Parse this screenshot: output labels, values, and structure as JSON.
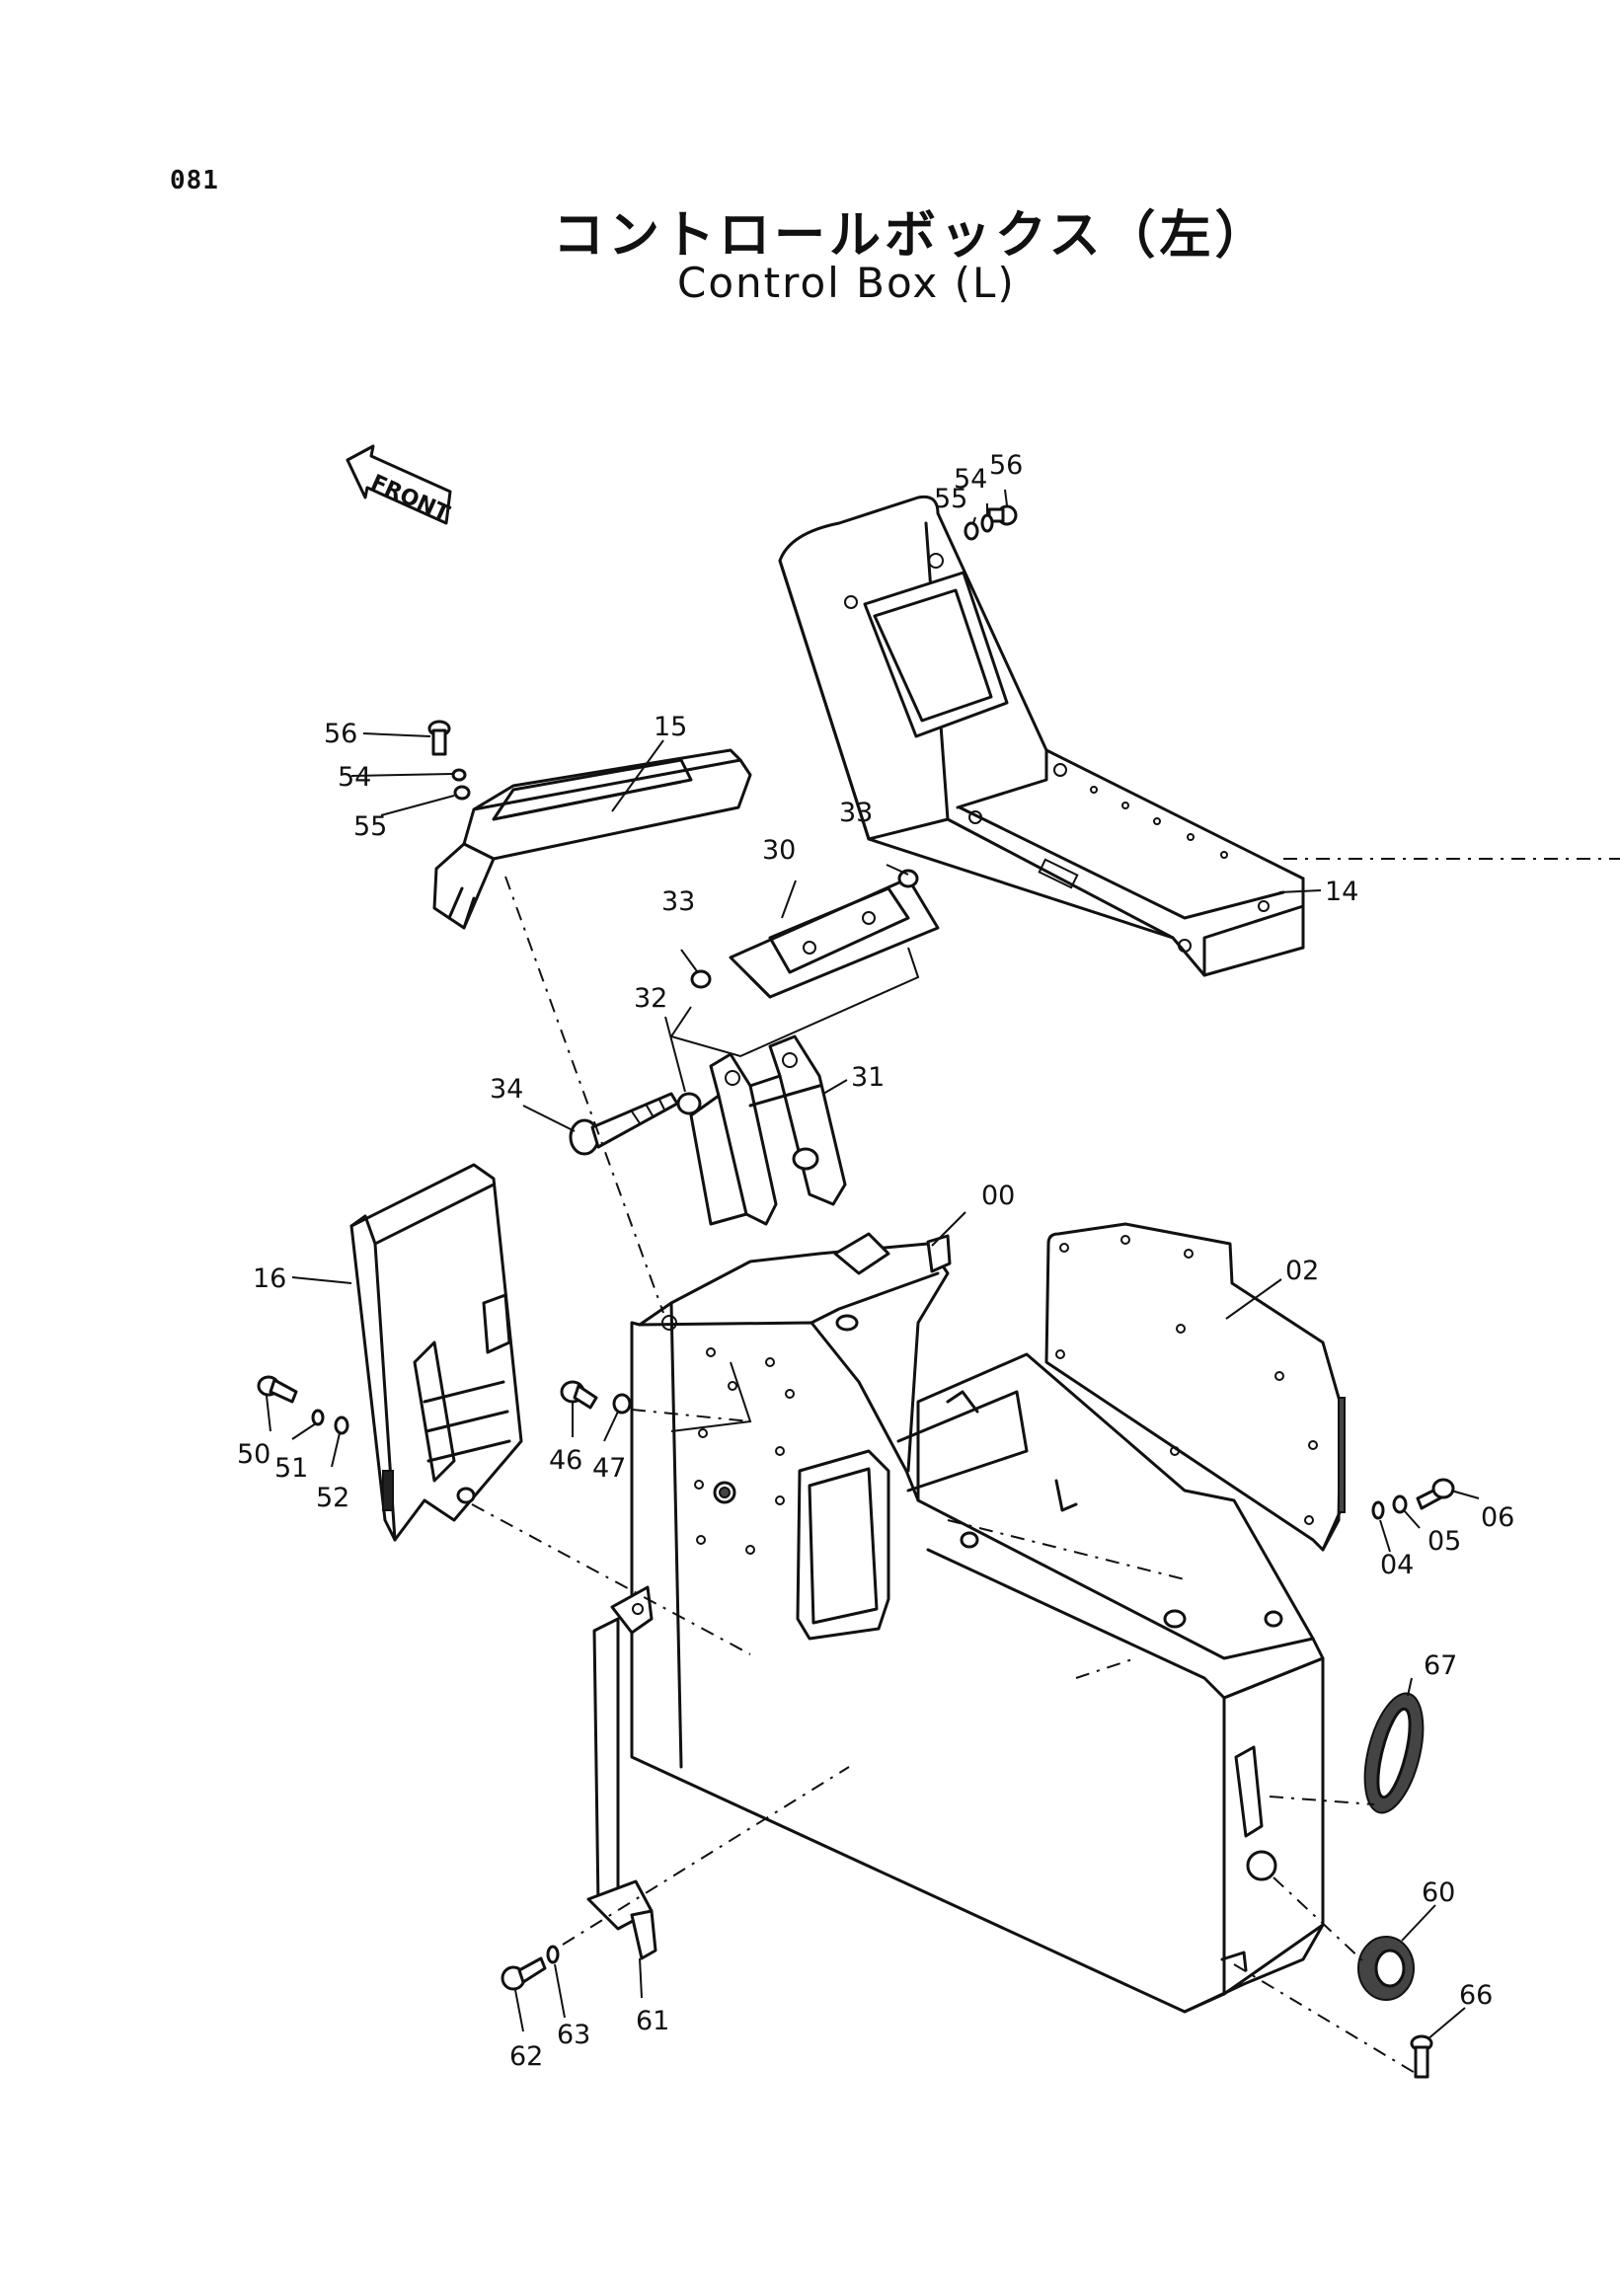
{
  "page_number": "081",
  "title_jp": "コントロールボックス（左）",
  "title_en": "Control Box (L)",
  "front_label": "FRONT",
  "callouts": [
    {
      "id": "56a",
      "text": "56"
    },
    {
      "id": "54a",
      "text": "54"
    },
    {
      "id": "55a",
      "text": "55"
    },
    {
      "id": "15",
      "text": "15"
    },
    {
      "id": "56b",
      "text": "56"
    },
    {
      "id": "54b",
      "text": "54"
    },
    {
      "id": "55b",
      "text": "55"
    },
    {
      "id": "14",
      "text": "14"
    },
    {
      "id": "33a",
      "text": "33"
    },
    {
      "id": "30",
      "text": "30"
    },
    {
      "id": "33b",
      "text": "33"
    },
    {
      "id": "32",
      "text": "32"
    },
    {
      "id": "31",
      "text": "31"
    },
    {
      "id": "34",
      "text": "34"
    },
    {
      "id": "00",
      "text": "00"
    },
    {
      "id": "02",
      "text": "02"
    },
    {
      "id": "16",
      "text": "16"
    },
    {
      "id": "50",
      "text": "50"
    },
    {
      "id": "51",
      "text": "51"
    },
    {
      "id": "52",
      "text": "52"
    },
    {
      "id": "46",
      "text": "46"
    },
    {
      "id": "47",
      "text": "47"
    },
    {
      "id": "06",
      "text": "06"
    },
    {
      "id": "05",
      "text": "05"
    },
    {
      "id": "04",
      "text": "04"
    },
    {
      "id": "67",
      "text": "67"
    },
    {
      "id": "60",
      "text": "60"
    },
    {
      "id": "66",
      "text": "66"
    },
    {
      "id": "61",
      "text": "61"
    },
    {
      "id": "62",
      "text": "62"
    },
    {
      "id": "63",
      "text": "63"
    }
  ]
}
